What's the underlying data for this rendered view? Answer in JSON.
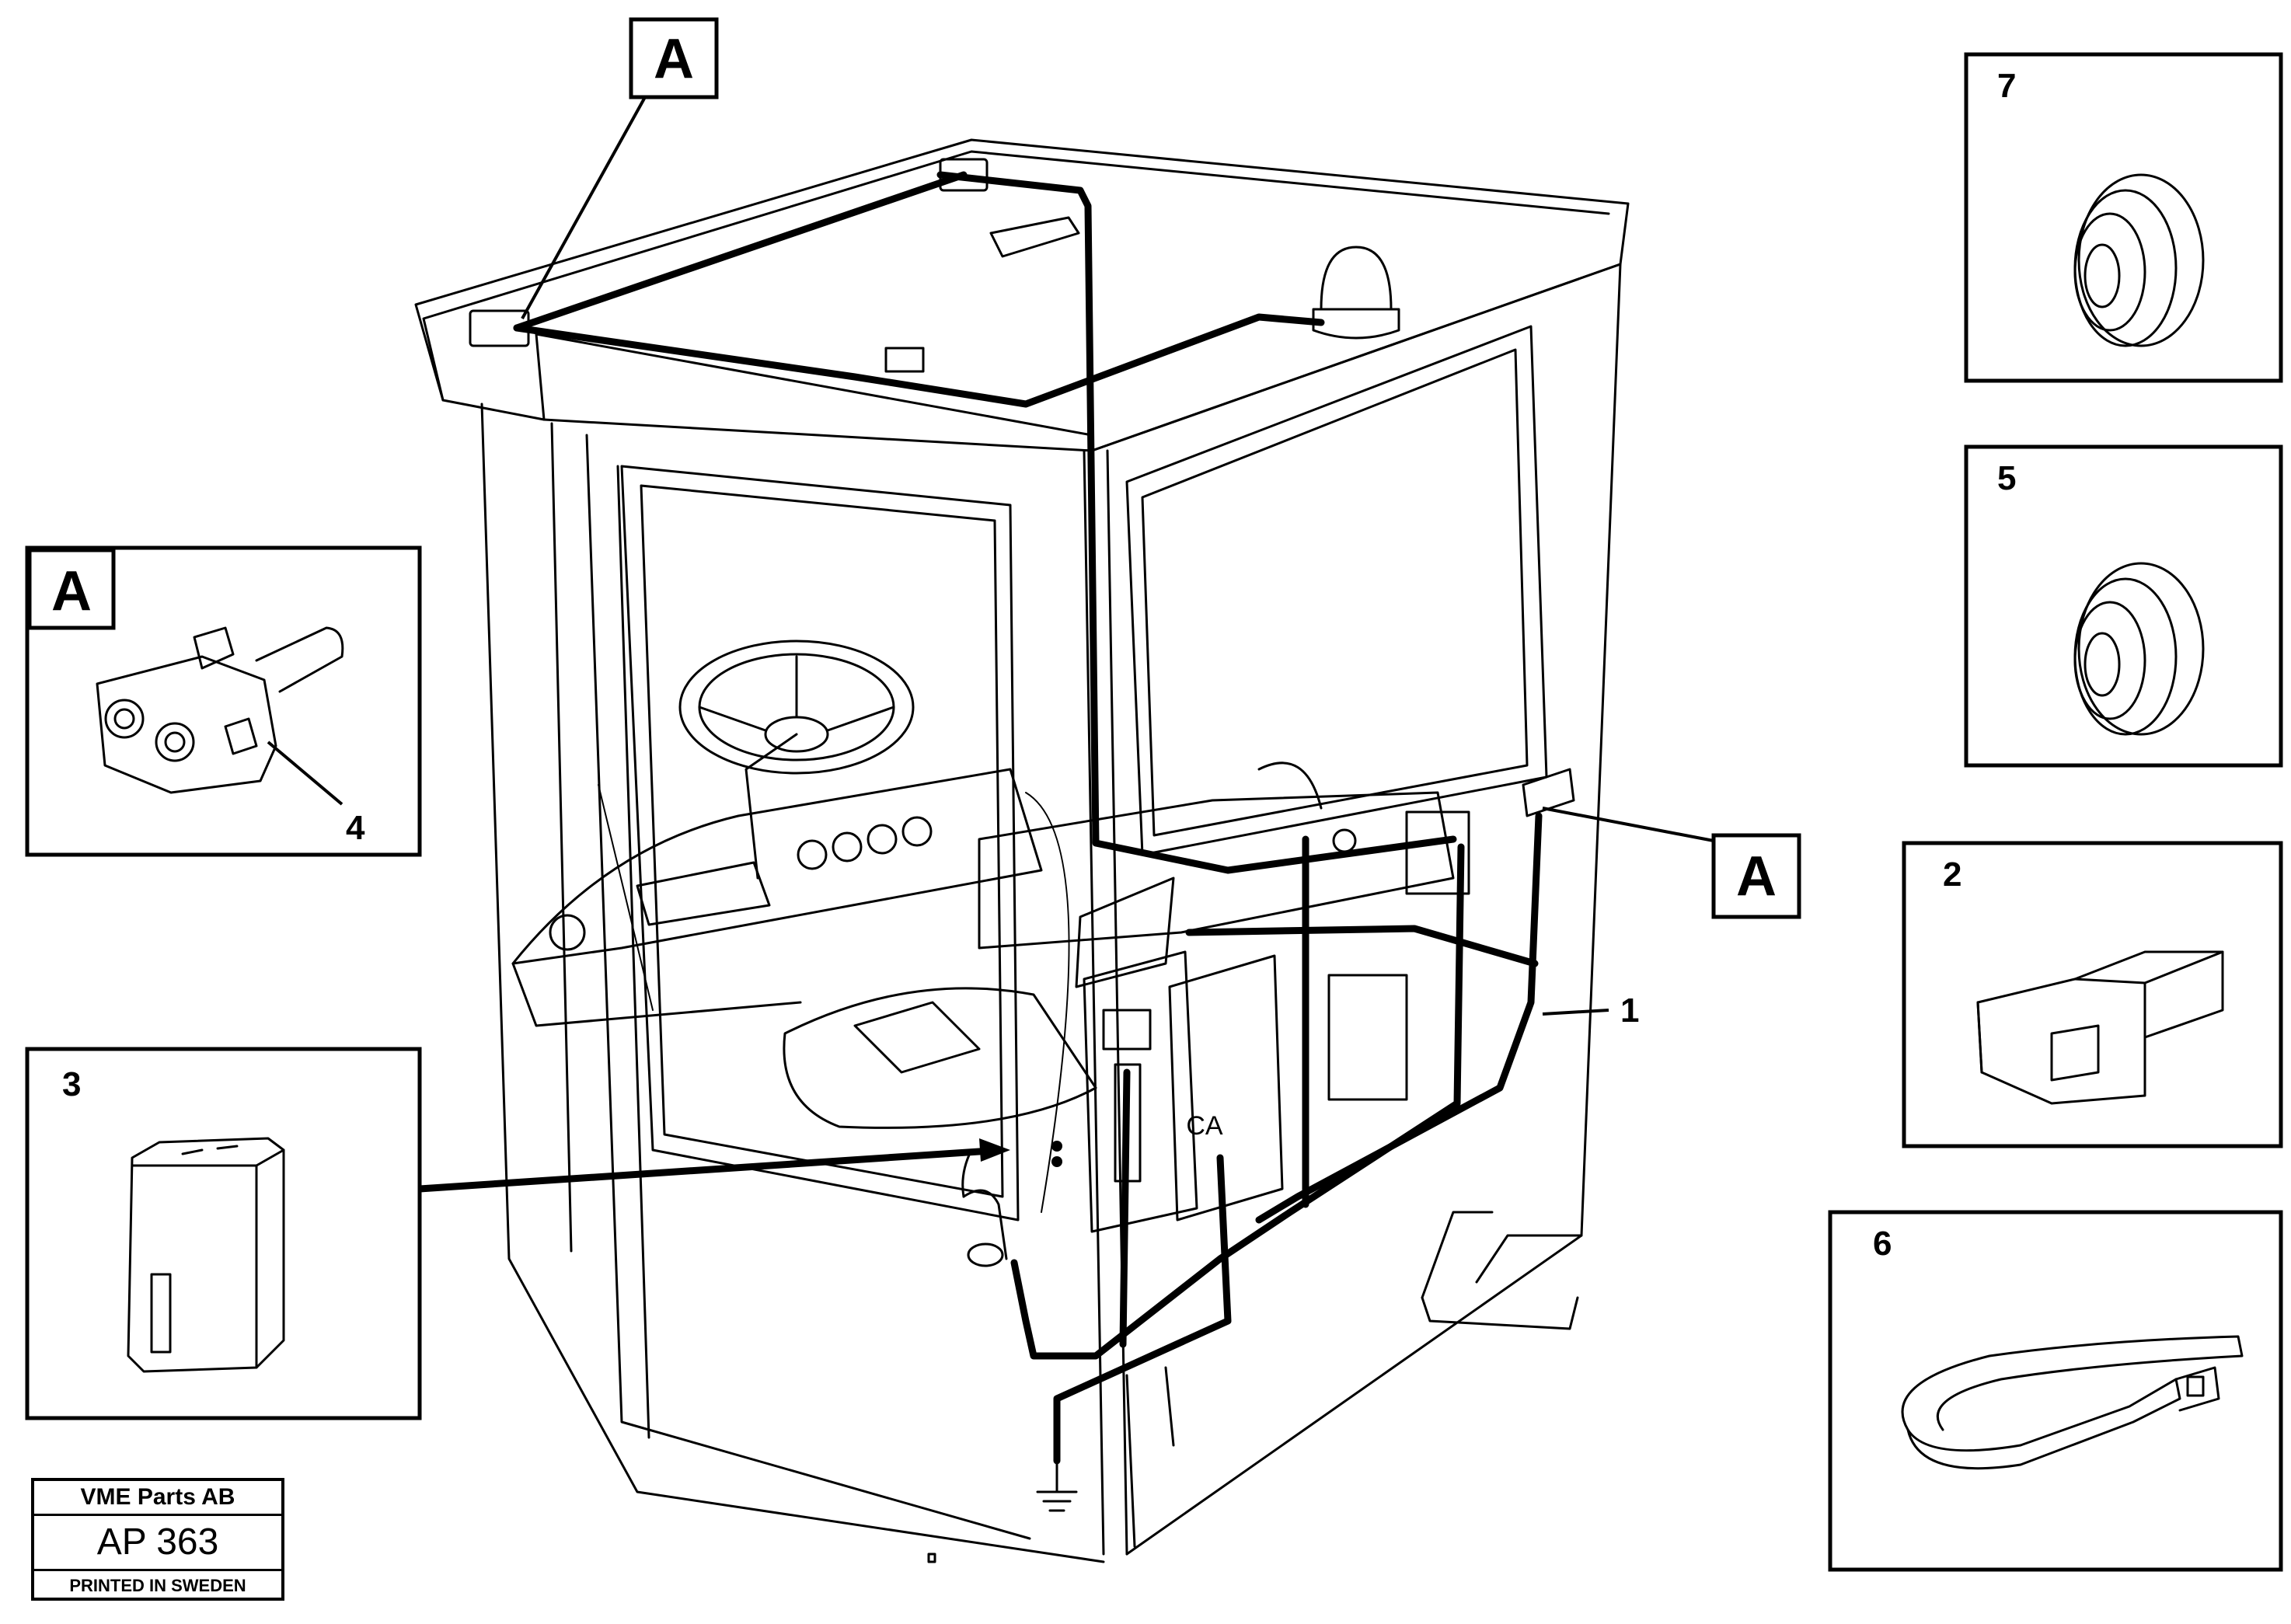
{
  "callouts": {
    "detail_a": "A",
    "item_1": "1",
    "item_2": "2",
    "item_3": "3",
    "item_4": "4",
    "item_5": "5",
    "item_6": "6",
    "item_7": "7"
  },
  "component_marking": "CA",
  "label_block": {
    "company": "VME Parts AB",
    "code": "AP 363",
    "printed": "PRINTED IN SWEDEN"
  }
}
